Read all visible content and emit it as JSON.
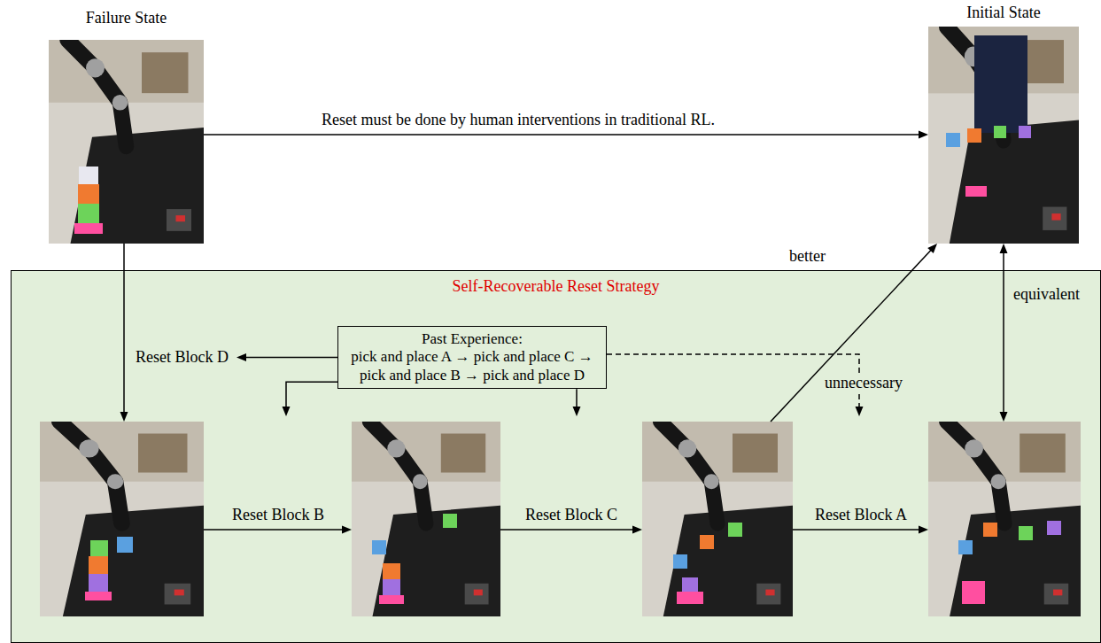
{
  "diagram": {
    "nodes": [
      {
        "text": [
          "Failure State"
        ]
      },
      {
        "text": [
          "Initial State"
        ]
      },
      {
        "text": [
          "Self-Recoverable Reset Strategy"
        ]
      },
      {
        "text": [
          "Past Experience:",
          "pick and place A → pick and place C → pick and place B → pick and place D"
        ],
        "in": 2
      },
      {
        "text": [],
        "in": 2
      },
      {
        "text": [],
        "in": 2
      },
      {
        "text": [],
        "in": 2
      },
      {
        "text": [],
        "in": 2
      }
    ],
    "edges": [
      {
        "from": 0,
        "to": 4,
        "arrow": "to"
      },
      {
        "from": 0,
        "to": 1,
        "label": "Reset must be done by human interventions in traditional RL.",
        "arrow": "to"
      },
      {
        "from": 4,
        "to": 5,
        "label": "Reset Block B",
        "arrow": "to"
      },
      {
        "from": 5,
        "to": 6,
        "label": "Reset Block C",
        "arrow": "to"
      },
      {
        "from": 6,
        "to": 7,
        "label": "Reset Block A",
        "arrow": "to"
      },
      {
        "from": 6,
        "to": 1,
        "label": "better",
        "arrow": "to"
      },
      {
        "from": 1,
        "to": 7,
        "label": "equivalent",
        "arrow": "both"
      }
    ],
    "labels": [
      "Reset Block D",
      "unnecessary"
    ]
  }
}
